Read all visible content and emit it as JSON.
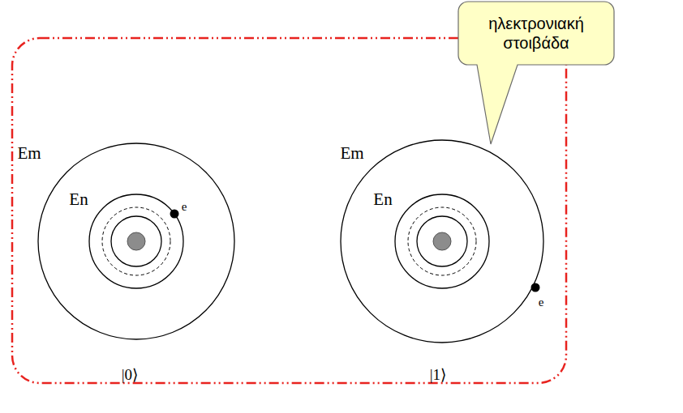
{
  "diagram": {
    "nodes": [
      {
        "text": [
          "ηλεκτρονιακή στοιβάδα"
        ]
      }
    ],
    "labels": [
      "Em",
      "En",
      "e",
      "Em",
      "En",
      "e",
      "|0⟩",
      "|1⟩"
    ]
  }
}
